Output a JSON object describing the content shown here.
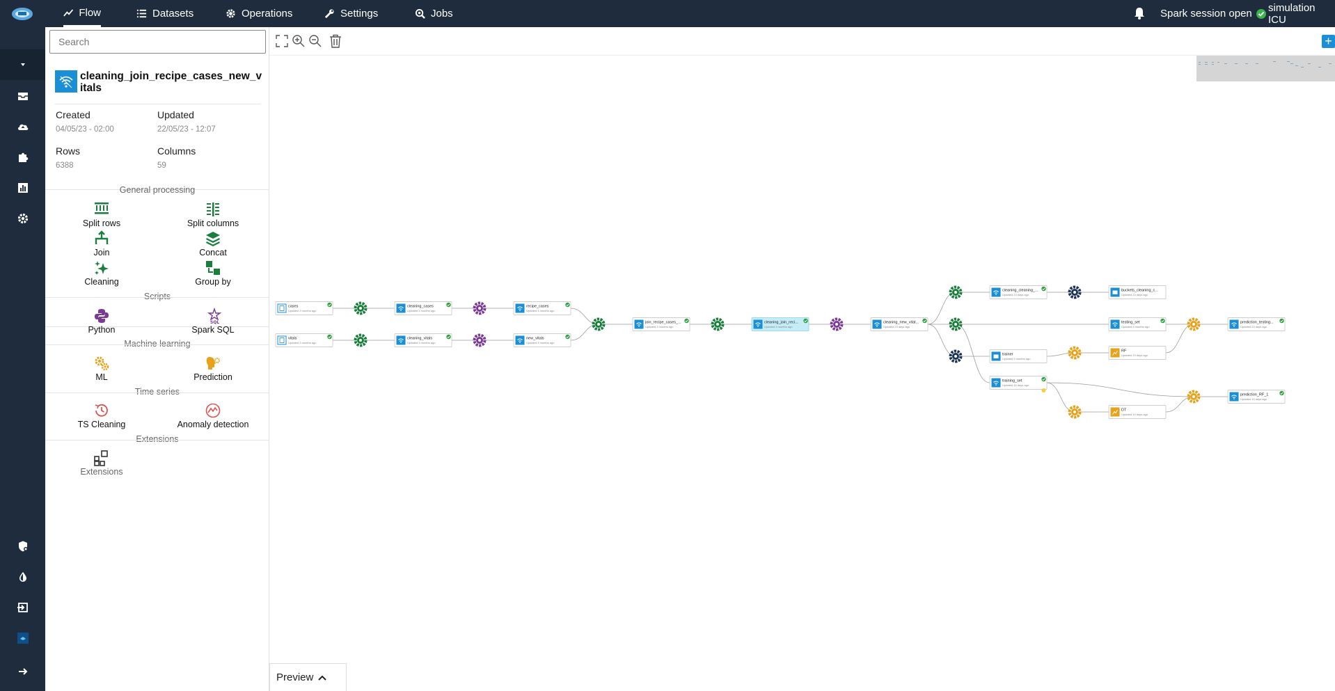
{
  "topbar": {
    "tabs": [
      {
        "label": "Flow",
        "icon": "chart-line-icon"
      },
      {
        "label": "Datasets",
        "icon": "list-icon"
      },
      {
        "label": "Operations",
        "icon": "gear-icon"
      },
      {
        "label": "Settings",
        "icon": "wrench-icon"
      },
      {
        "label": "Jobs",
        "icon": "magnify-gear-icon"
      }
    ],
    "spark_status": "Spark session open",
    "project_name": "simulation ICU"
  },
  "search": {
    "placeholder": "Search"
  },
  "dataset": {
    "title": "cleaning_join_recipe_cases_new_vitals",
    "created_label": "Created",
    "created_value": "04/05/23 - 02:00",
    "updated_label": "Updated",
    "updated_value": "22/05/23 - 12:07",
    "rows_label": "Rows",
    "rows_value": "6388",
    "columns_label": "Columns",
    "columns_value": "59"
  },
  "sections": {
    "general": "General processing",
    "scripts": "Scripts",
    "ml": "Machine learning",
    "timeseries": "Time series",
    "extensions": "Extensions"
  },
  "operations": {
    "split_rows": "Split rows",
    "split_columns": "Split columns",
    "join": "Join",
    "concat": "Concat",
    "cleaning": "Cleaning",
    "group_by": "Group by",
    "python": "Python",
    "spark_sql": "Spark SQL",
    "ml": "ML",
    "prediction": "Prediction",
    "ts_cleaning": "TS Cleaning",
    "anomaly_detection": "Anomaly detection",
    "extensions": "Extensions"
  },
  "preview_label": "Preview",
  "colors": {
    "topbar": "#1f2c3d",
    "accent_blue": "#1a8fd6",
    "green": "#1a7f3c",
    "purple": "#7b3a96",
    "orange": "#e8a21a",
    "navy": "#1f3357",
    "red": "#d9534f"
  },
  "flow": {
    "datasets": [
      {
        "label": "cases",
        "sub": "Updated 3 months ago"
      },
      {
        "label": "vitals",
        "sub": "Updated 3 months ago"
      },
      {
        "label": "cleaning_cases",
        "sub": "Updated 3 months ago"
      },
      {
        "label": "cleaning_vitals",
        "sub": "Updated 3 months ago"
      },
      {
        "label": "recipe_cases",
        "sub": "Updated 3 months ago"
      },
      {
        "label": "new_vitals",
        "sub": "Updated 3 months ago"
      },
      {
        "label": "join_recipe_cases_...",
        "sub": "Updated 3 months ago"
      },
      {
        "label": "cleaning_join_reci...",
        "sub": "Updated 3 months ago"
      },
      {
        "label": "cleaning_new_vital...",
        "sub": "Updated 23 days ago"
      },
      {
        "label": "cleaning_cleaning_...",
        "sub": "Updated 23 days ago"
      },
      {
        "label": "buckets_cleaning_c...",
        "sub": "Updated 23 days ago"
      },
      {
        "label": "testing_set",
        "sub": "Updated 3 months ago"
      },
      {
        "label": "prediction_testing...",
        "sub": "Updated 23 days ago"
      },
      {
        "label": "trainer",
        "sub": "Updated 3 months ago"
      },
      {
        "label": "training_set",
        "sub": "Updated 10 days ago"
      },
      {
        "label": "RF",
        "sub": "Updated 23 days ago"
      },
      {
        "label": "DT",
        "sub": "Updated 10 days ago"
      },
      {
        "label": "prediction_RF_1",
        "sub": "Updated 10 days ago"
      }
    ]
  }
}
